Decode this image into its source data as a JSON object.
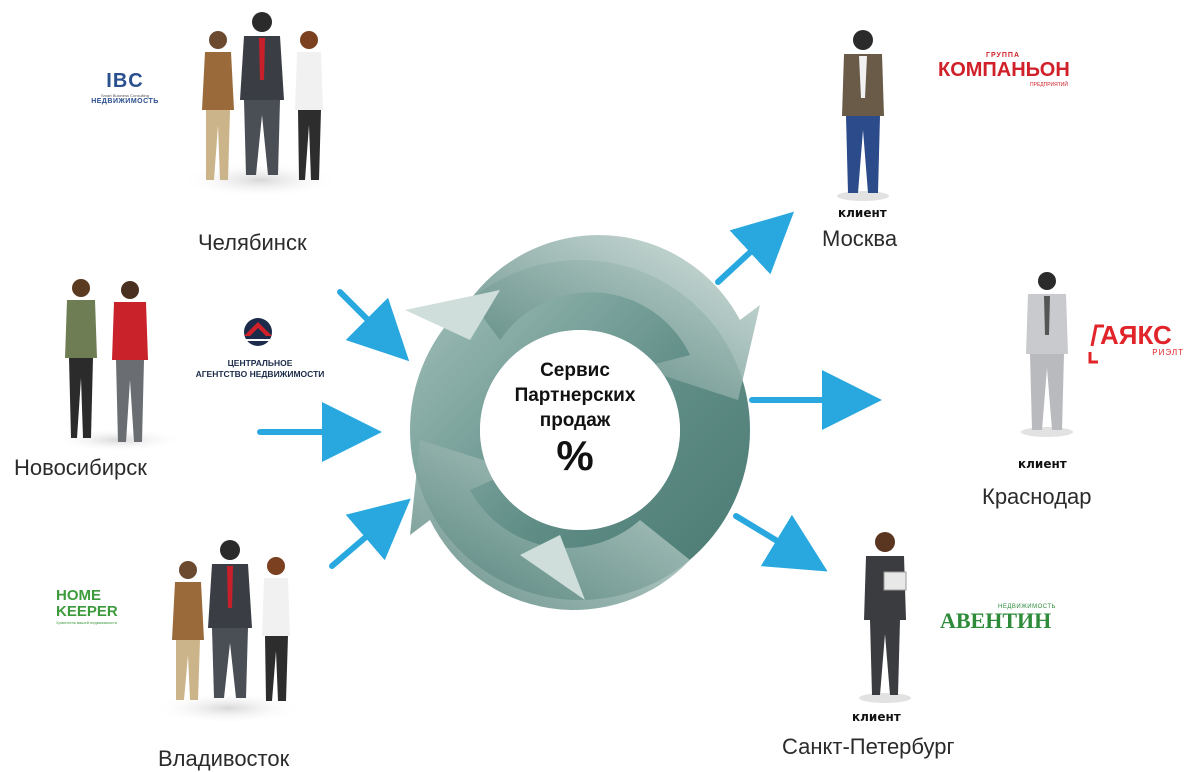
{
  "center": {
    "lines": [
      "Сервис",
      "Партнерских",
      "продаж"
    ],
    "symbol": "%"
  },
  "partners": [
    {
      "city": "Челябинск",
      "logo": {
        "title": "IBC",
        "tagline": "Smart Business Consulting",
        "subtitle": "НЕДВИЖИМОСТЬ"
      }
    },
    {
      "city": "Новосибирск",
      "logo": {
        "line1": "ЦЕНТРАЛЬНОЕ",
        "line2": "АГЕНТСТВО НЕДВИЖИМОСТИ"
      }
    },
    {
      "city": "Владивосток",
      "logo": {
        "line1": "HOME",
        "line2": "KEEPER",
        "tagline": "Хранитель вашей недвижимости"
      }
    }
  ],
  "clients": [
    {
      "label": "клиент",
      "city": "Москва",
      "logo": {
        "top": "ГРУППА",
        "main": "КОМПАНЬОН",
        "bottom": "ПРЕДПРИЯТИЙ"
      }
    },
    {
      "label": "клиент",
      "city": "Краснодар",
      "logo": {
        "main": "АЯКС",
        "sub": "РИЭЛТ"
      }
    },
    {
      "label": "клиент",
      "city": "Санкт-Петербург",
      "logo": {
        "top": "НЕДВИЖИМОСТЬ",
        "main": "АВЕНТИН"
      }
    }
  ],
  "colors": {
    "arrow": "#29a8e0",
    "cycle_dark": "#5f8d86",
    "cycle_light": "#dbe7e4",
    "komp_red": "#d0202a",
    "ayaks_red": "#e0242a",
    "avt_green": "#2e8b3a",
    "hk_green": "#3d9b3d",
    "ibc_blue": "#2a4f8f"
  },
  "icons": [
    "person-icon",
    "group-icon",
    "blue-arrow-icon",
    "cycle-arrows-icon"
  ]
}
